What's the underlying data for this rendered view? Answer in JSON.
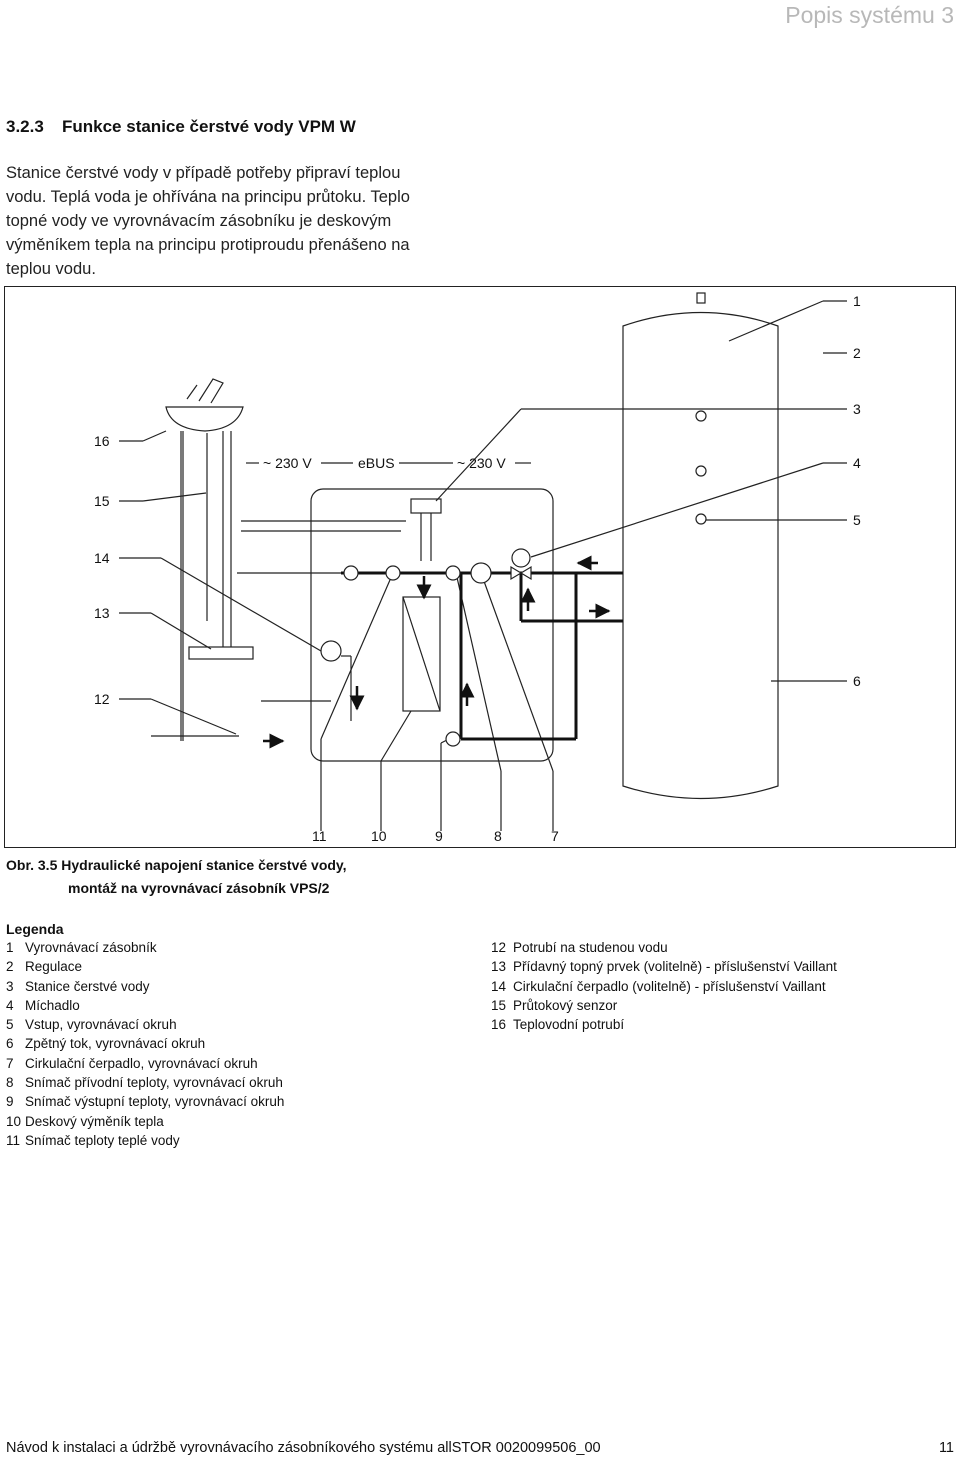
{
  "header": "Popis systému 3",
  "section": {
    "number": "3.2.3",
    "title": "Funkce stanice čerstvé vody VPM W"
  },
  "intro_lines": [
    "Stanice čerstvé vody v případě potřeby připraví teplou",
    "vodu. Teplá voda je ohřívána na principu průtoku. Teplo",
    "topné vody ve vyrovnávacím zásobníku je deskovým",
    "výměníkem tepla na principu protiproudu přenášeno na",
    "teplou vodu."
  ],
  "figure": {
    "labels": {
      "n1": "1",
      "n2": "2",
      "n3": "3",
      "n4": "4",
      "n5": "5",
      "n6": "6",
      "n7": "7",
      "n8": "8",
      "n9": "9",
      "n10": "10",
      "n11": "11",
      "n12": "12",
      "n13": "13",
      "n14": "14",
      "n15": "15",
      "n16": "16",
      "v230a": "~ 230 V",
      "ebus": "eBUS",
      "v230b": "~ 230 V"
    }
  },
  "caption": {
    "line1": "Obr. 3.5 Hydraulické napojení stanice čerstvé vody,",
    "line2": "montáž na vyrovnávací zásobník VPS/2"
  },
  "legend": {
    "title": "Legenda",
    "left": [
      {
        "n": "1",
        "text": "Vyrovnávací zásobník"
      },
      {
        "n": "2",
        "text": "Regulace"
      },
      {
        "n": "3",
        "text": "Stanice čerstvé vody"
      },
      {
        "n": "4",
        "text": "Míchadlo"
      },
      {
        "n": "5",
        "text": "Vstup, vyrovnávací okruh"
      },
      {
        "n": "6",
        "text": "Zpětný tok, vyrovnávací okruh"
      },
      {
        "n": "7",
        "text": "Cirkulační čerpadlo, vyrovnávací okruh"
      },
      {
        "n": "8",
        "text": "Snímač přívodní teploty, vyrovnávací okruh"
      },
      {
        "n": "9",
        "text": "Snímač výstupní teploty, vyrovnávací okruh"
      },
      {
        "n": "10",
        "text": "Deskový výměník tepla"
      },
      {
        "n": "11",
        "text": "Snímač teploty teplé vody"
      }
    ],
    "right": [
      {
        "n": "12",
        "text": "Potrubí na studenou vodu"
      },
      {
        "n": "13",
        "text": "Přídavný topný prvek (volitelně) - příslušenství Vaillant"
      },
      {
        "n": "14",
        "text": "Cirkulační čerpadlo (volitelně) - příslušenství Vaillant"
      },
      {
        "n": "15",
        "text": "Průtokový senzor"
      },
      {
        "n": "16",
        "text": "Teplovodní potrubí"
      }
    ]
  },
  "footer": {
    "text": "Návod k instalaci a údržbě vyrovnávacího zásobníkového systému allSTOR 0020099506_00",
    "page": "11"
  }
}
